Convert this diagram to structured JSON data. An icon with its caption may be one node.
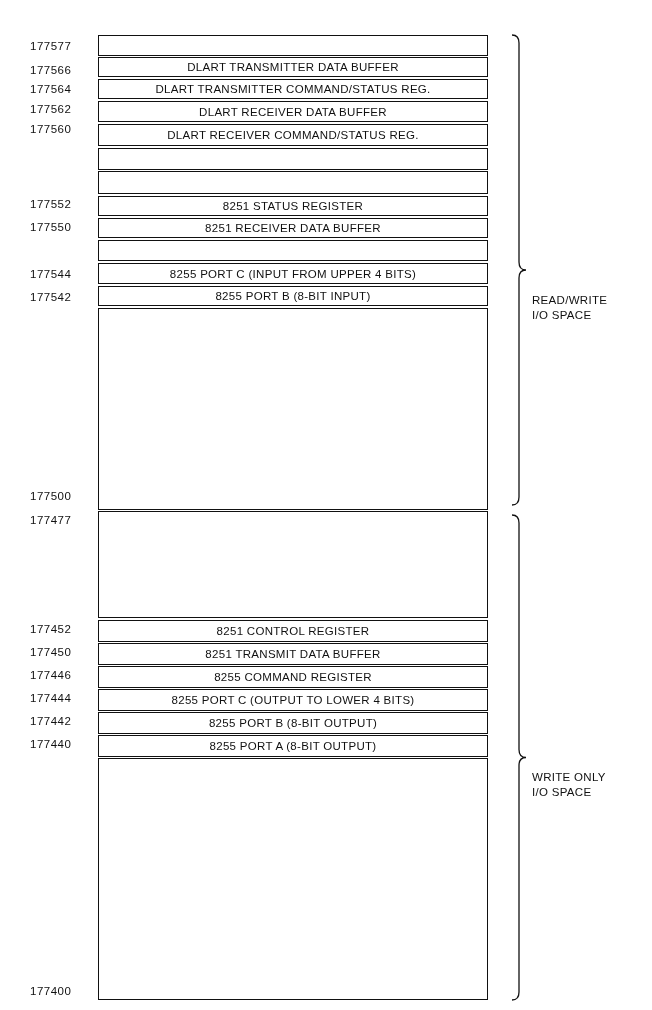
{
  "diagram": {
    "nodes": [
      {
        "text": [],
        "shape": "box"
      },
      {
        "text": [
          "DLART TRANSMITTER DATA BUFFER"
        ]
      },
      {
        "text": [
          "DLART TRANSMITTER COMMAND/STATUS REG."
        ]
      },
      {
        "text": [
          "DLART RECEIVER DATA BUFFER"
        ]
      },
      {
        "text": [
          "DLART RECEIVER COMMAND/STATUS REG."
        ]
      },
      {
        "text": [],
        "shape": "box"
      },
      {
        "text": [],
        "shape": "box"
      },
      {
        "text": [
          "8251 STATUS REGISTER"
        ]
      },
      {
        "text": [
          "8251 RECEIVER DATA BUFFER"
        ]
      },
      {
        "text": [],
        "shape": "box"
      },
      {
        "text": [
          "8255 PORT C (INPUT FROM UPPER 4 BITS)"
        ]
      },
      {
        "text": [
          "8255 PORT B (8-BIT INPUT)"
        ]
      },
      {
        "text": [],
        "shape": "box"
      },
      {
        "text": [],
        "shape": "box"
      },
      {
        "text": [
          "8251 CONTROL REGISTER"
        ]
      },
      {
        "text": [
          "8251 TRANSMIT DATA BUFFER"
        ]
      },
      {
        "text": [
          "8255 COMMAND REGISTER"
        ]
      },
      {
        "text": [
          "8255 PORT C (OUTPUT TO LOWER 4 BITS)"
        ]
      },
      {
        "text": [
          "8255 PORT B (8-BIT OUTPUT)"
        ]
      },
      {
        "text": [
          "8255 PORT A (8-BIT OUTPUT)"
        ]
      },
      {
        "text": [],
        "shape": "box"
      }
    ],
    "labels": [
      "177577",
      "177566",
      "177564",
      "177562",
      "177560",
      "177552",
      "177550",
      "READ/WRITE I/O SPACE",
      "177544",
      "177542",
      "177500",
      "177477",
      "177452",
      "177450",
      "177446",
      "177444",
      "177442",
      "177440",
      "WRITE ONLY I/O SPACE",
      "177400"
    ]
  }
}
